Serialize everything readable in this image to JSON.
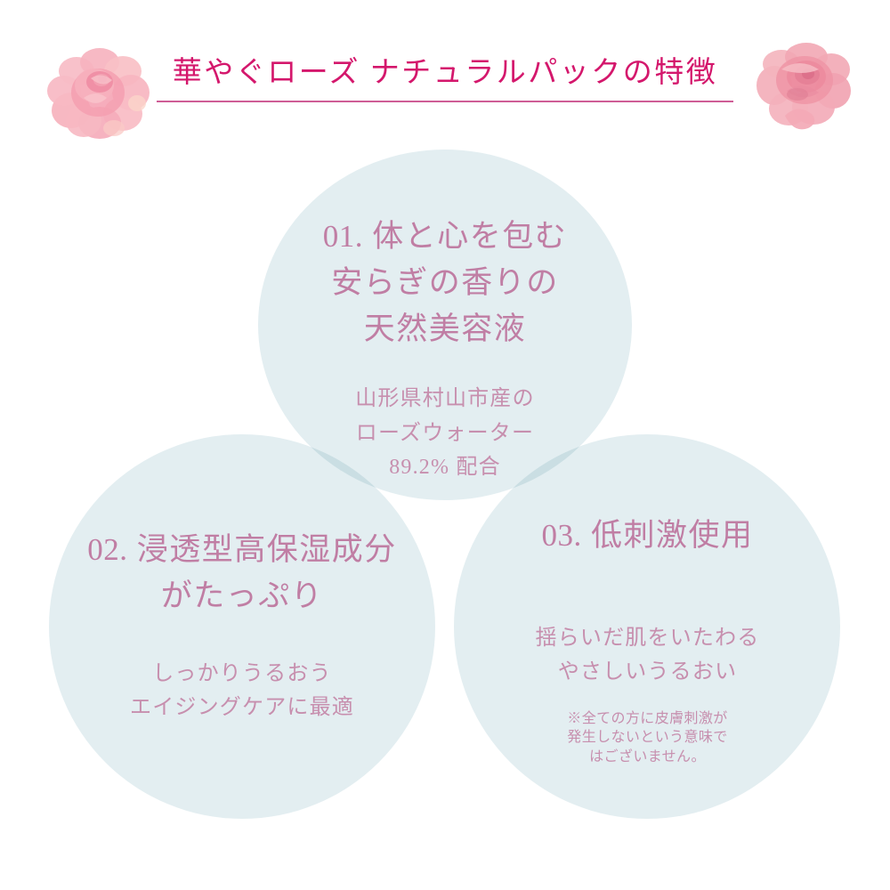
{
  "header": {
    "title": "華やぐローズ ナチュラルパックの特徴",
    "rule_color": "#cf5d96",
    "title_color": "#d4176c",
    "decorations": [
      {
        "name": "rose-illustration-left",
        "side": "left"
      },
      {
        "name": "rose-illustration-right",
        "side": "right"
      }
    ]
  },
  "theme": {
    "background": "#ffffff",
    "circle_fill": "#e3eef1",
    "heading_text": "#c07ea4",
    "body_text": "#c78fae",
    "accent_pink": "#d4176c",
    "rose_pink": "#f3a7b3",
    "rose_deep_pink": "#e07f93"
  },
  "features": [
    {
      "number": "01.",
      "heading_lines": [
        "体と心を包む",
        "安らぎの香りの",
        "天然美容液"
      ],
      "sub_lines": [
        "山形県村山市産の",
        "ローズウォーター",
        "89.2% 配合"
      ],
      "note_lines": []
    },
    {
      "number": "02.",
      "heading_lines": [
        "浸透型高保湿成分",
        "がたっぷり"
      ],
      "sub_lines": [
        "しっかりうるおう",
        "エイジングケアに最適"
      ],
      "note_lines": []
    },
    {
      "number": "03.",
      "heading_lines": [
        "低刺激使用"
      ],
      "sub_lines": [
        "揺らいだ肌をいたわる",
        "やさしいうるおい"
      ],
      "note_lines": [
        "※全ての方に皮膚刺激が",
        "発生しないという意味で",
        "はございません。"
      ]
    }
  ],
  "feature_1": {
    "number": "01.",
    "head_1": "体と心を包む",
    "head_2": "安らぎの香りの",
    "head_3": "天然美容液",
    "sub_1": "山形県村山市産の",
    "sub_2": "ローズウォーター",
    "sub_3": "89.2% 配合"
  },
  "feature_2": {
    "number": "02.",
    "head_1": "浸透型高保湿成分",
    "head_2": "がたっぷり",
    "sub_1": "しっかりうるおう",
    "sub_2": "エイジングケアに最適"
  },
  "feature_3": {
    "number": "03.",
    "head_1": "低刺激使用",
    "sub_1": "揺らいだ肌をいたわる",
    "sub_2": "やさしいうるおい",
    "note_1": "※全ての方に皮膚刺激が",
    "note_2": "発生しないという意味で",
    "note_3": "はございません。"
  }
}
